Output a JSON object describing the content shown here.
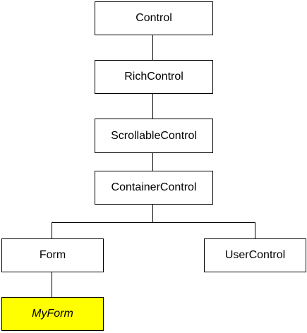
{
  "diagram": {
    "title": "",
    "nodes": {
      "control": {
        "label": "Control"
      },
      "rich_control": {
        "label": "RichControl"
      },
      "scrollable_control": {
        "label": "ScrollableControl"
      },
      "container_control": {
        "label": "ContainerControl"
      },
      "form": {
        "label": "Form"
      },
      "user_control": {
        "label": "UserControl"
      },
      "my_form": {
        "label": "MyForm"
      }
    },
    "edges": [
      {
        "parent": "Control",
        "child": "RichControl"
      },
      {
        "parent": "RichControl",
        "child": "ScrollableControl"
      },
      {
        "parent": "ScrollableControl",
        "child": "ContainerControl"
      },
      {
        "parent": "ContainerControl",
        "child": "Form"
      },
      {
        "parent": "ContainerControl",
        "child": "UserControl"
      },
      {
        "parent": "Form",
        "child": "MyForm"
      }
    ],
    "colors": {
      "highlight_fill": "#ffff00",
      "node_fill": "#ffffff",
      "line": "#000000"
    }
  }
}
